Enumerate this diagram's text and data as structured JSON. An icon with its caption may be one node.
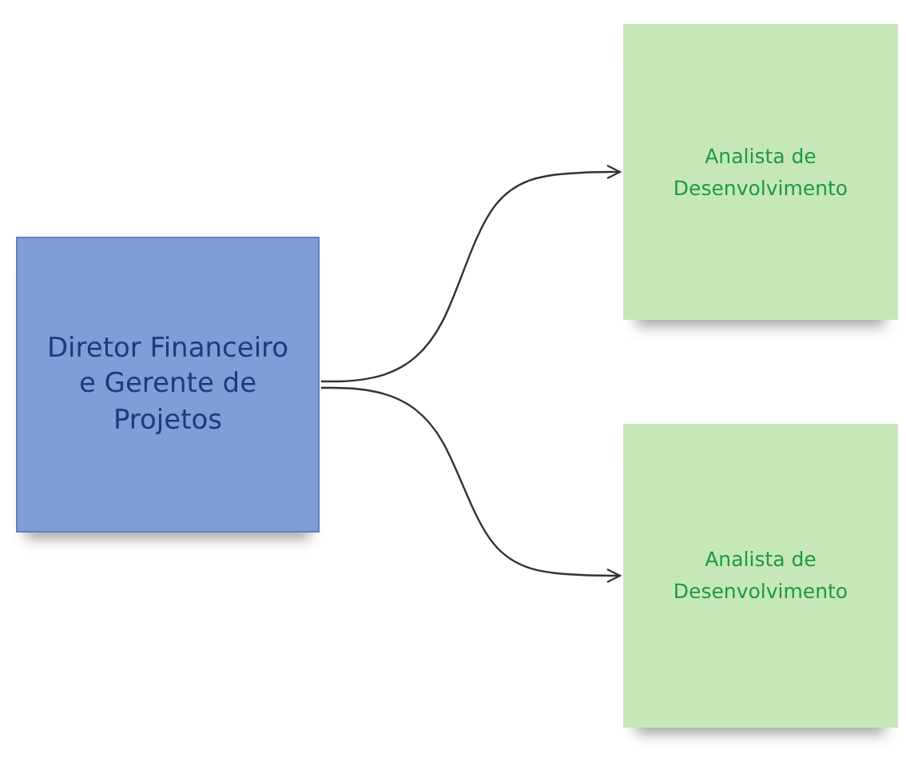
{
  "diagram": {
    "nodes": [
      {
        "text": [
          "Diretor Financeiro e Gerente de Projetos"
        ]
      },
      {
        "text": [
          "Analista de Desenvolvimento"
        ]
      },
      {
        "text": [
          "Analista de Desenvolvimento"
        ]
      }
    ],
    "edges": [
      {
        "from": 0,
        "to": 1,
        "arrow": "to"
      },
      {
        "from": 0,
        "to": 2,
        "arrow": "to"
      }
    ]
  }
}
